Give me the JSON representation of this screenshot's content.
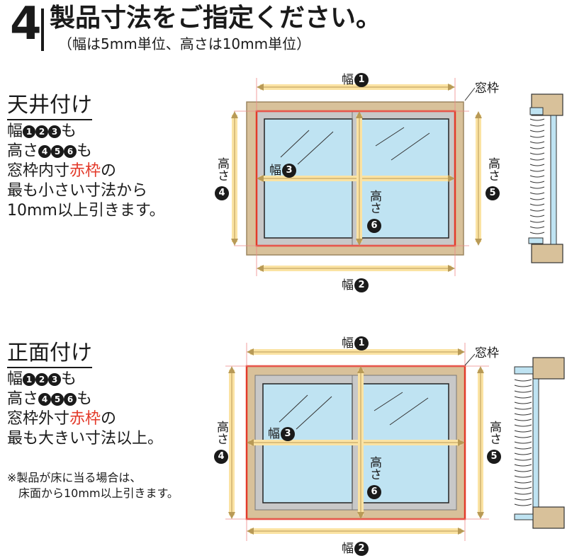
{
  "header": {
    "step": "4",
    "title": "製品寸法をご指定ください。",
    "subtitle": "（幅は5mm単位、高さは10mm単位）"
  },
  "sections": [
    {
      "title": "天井付け",
      "line1_prefix": "幅",
      "line1_nums": [
        "1",
        "2",
        "3"
      ],
      "line1_suffix": "も",
      "line2_prefix": "高さ",
      "line2_nums": [
        "4",
        "5",
        "6"
      ],
      "line2_suffix": "も",
      "line3_a": "窓枠内寸",
      "line3_red": "赤枠",
      "line3_b": "の",
      "line4": "最も小さい寸法から",
      "line5": "10mm以上引きます。"
    },
    {
      "title": "正面付け",
      "line1_prefix": "幅",
      "line1_nums": [
        "1",
        "2",
        "3"
      ],
      "line1_suffix": "も",
      "line2_prefix": "高さ",
      "line2_nums": [
        "4",
        "5",
        "6"
      ],
      "line2_suffix": "も",
      "line3_a": "窓枠外寸",
      "line3_red": "赤枠",
      "line3_b": "の",
      "line4": "最も大きい寸法以上。",
      "note1": "※製品が床に当る場合は、",
      "note2": "床面から10mm以上引きます。"
    }
  ],
  "diagram_labels": {
    "width": "幅",
    "height": "高さ",
    "frame": "窓枠",
    "num1": "1",
    "num2": "2",
    "num3": "3",
    "num4": "4",
    "num5": "5",
    "num6": "6"
  },
  "colors": {
    "frame": "#d8c19a",
    "sash": "#c8c8c8",
    "glass": "#bfe3f2",
    "arrow_fill": "#fbe3a3",
    "arrow_stroke": "#b89a57",
    "red_box": "#e33a2a"
  }
}
